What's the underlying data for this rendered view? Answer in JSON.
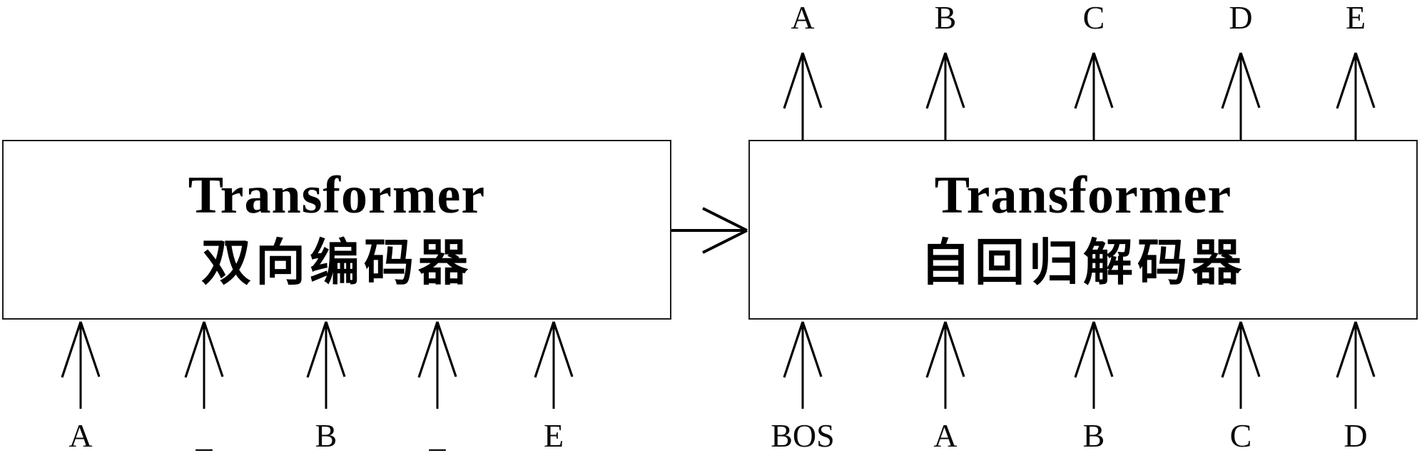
{
  "figure": {
    "background_color": "#ffffff",
    "line_color": "#000000",
    "encoder": {
      "title_en": "Transformer",
      "title_zh": "双向编码器",
      "inputs": [
        "A",
        "_",
        "B",
        "_",
        "E"
      ]
    },
    "decoder": {
      "title_en": "Transformer",
      "title_zh": "自回归解码器",
      "inputs": [
        "BOS",
        "A",
        "B",
        "C",
        "D"
      ],
      "outputs": [
        "A",
        "B",
        "C",
        "D",
        "E"
      ]
    }
  }
}
